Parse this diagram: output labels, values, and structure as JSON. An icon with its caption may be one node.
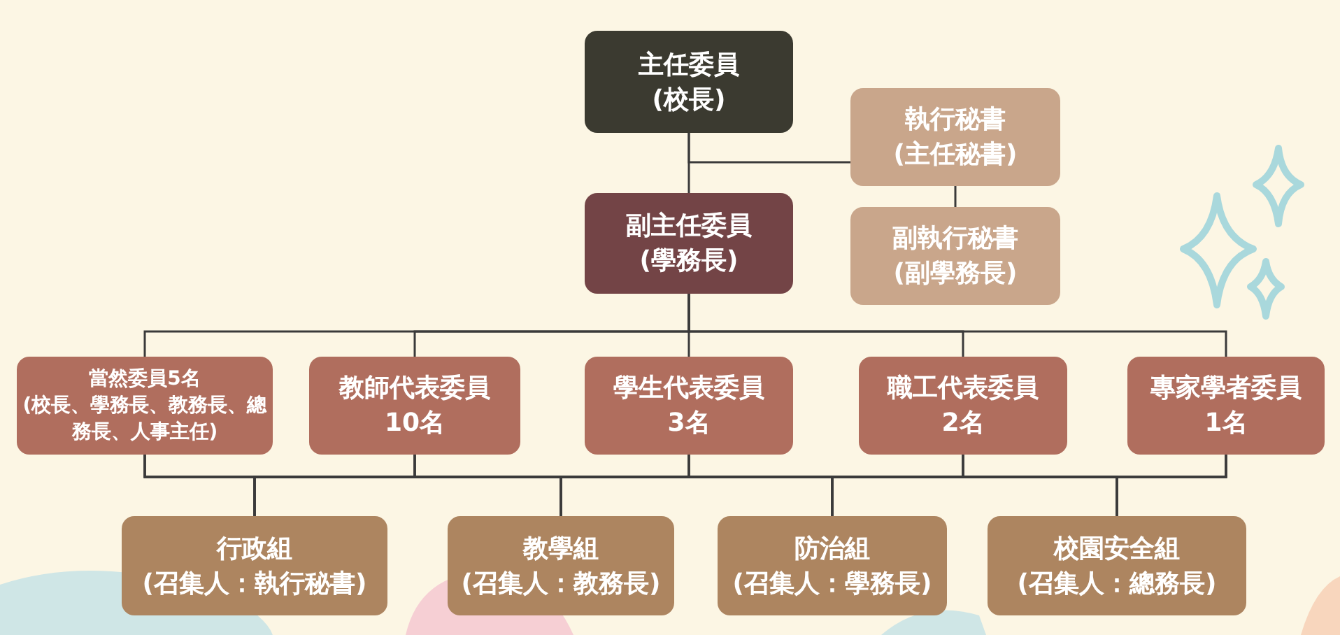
{
  "diagram": {
    "nodes": [
      {
        "text": [
          "主任委員",
          "(校長)"
        ]
      },
      {
        "text": [
          "執行秘書",
          "(主任秘書)"
        ]
      },
      {
        "text": [
          "副執行秘書",
          "(副學務長)"
        ]
      },
      {
        "text": [
          "副主任委員",
          "(學務長)"
        ]
      },
      {
        "text": [
          "當然委員5名",
          "(校長、學務長、教務長、總務長、人事主任)"
        ]
      },
      {
        "text": [
          "教師代表委員",
          "10名"
        ]
      },
      {
        "text": [
          "學生代表委員",
          "3名"
        ]
      },
      {
        "text": [
          "職工代表委員",
          "2名"
        ]
      },
      {
        "text": [
          "專家學者委員",
          "1名"
        ]
      },
      {
        "text": [
          "行政組",
          "(召集人：執行秘書)"
        ]
      },
      {
        "text": [
          "教學組",
          "(召集人：教務長)"
        ]
      },
      {
        "text": [
          "防治組",
          "(召集人：學務長)"
        ]
      },
      {
        "text": [
          "校園安全組",
          "(召集人：總務長)"
        ]
      }
    ],
    "edges": [
      {
        "from": 0,
        "to": 3,
        "arrow": "none"
      },
      {
        "from": 0,
        "to": 1,
        "arrow": "none"
      },
      {
        "from": 1,
        "to": 2,
        "arrow": "none"
      },
      {
        "from": 3,
        "to": 4,
        "arrow": "none"
      },
      {
        "from": 3,
        "to": 5,
        "arrow": "none"
      },
      {
        "from": 3,
        "to": 6,
        "arrow": "none"
      },
      {
        "from": 3,
        "to": 7,
        "arrow": "none"
      },
      {
        "from": 3,
        "to": 8,
        "arrow": "none"
      },
      {
        "from": 4,
        "to": 9,
        "arrow": "none"
      },
      {
        "from": 4,
        "to": 10,
        "arrow": "none"
      },
      {
        "from": 4,
        "to": 11,
        "arrow": "none"
      },
      {
        "from": 4,
        "to": 12,
        "arrow": "none"
      },
      {
        "from": 5,
        "to": 9,
        "arrow": "none"
      },
      {
        "from": 5,
        "to": 10,
        "arrow": "none"
      },
      {
        "from": 5,
        "to": 11,
        "arrow": "none"
      },
      {
        "from": 5,
        "to": 12,
        "arrow": "none"
      },
      {
        "from": 6,
        "to": 9,
        "arrow": "none"
      },
      {
        "from": 6,
        "to": 10,
        "arrow": "none"
      },
      {
        "from": 6,
        "to": 11,
        "arrow": "none"
      },
      {
        "from": 6,
        "to": 12,
        "arrow": "none"
      },
      {
        "from": 7,
        "to": 9,
        "arrow": "none"
      },
      {
        "from": 7,
        "to": 10,
        "arrow": "none"
      },
      {
        "from": 7,
        "to": 11,
        "arrow": "none"
      },
      {
        "from": 7,
        "to": 12,
        "arrow": "none"
      },
      {
        "from": 8,
        "to": 9,
        "arrow": "none"
      },
      {
        "from": 8,
        "to": 10,
        "arrow": "none"
      },
      {
        "from": 8,
        "to": 11,
        "arrow": "none"
      },
      {
        "from": 8,
        "to": 12,
        "arrow": "none"
      }
    ]
  }
}
